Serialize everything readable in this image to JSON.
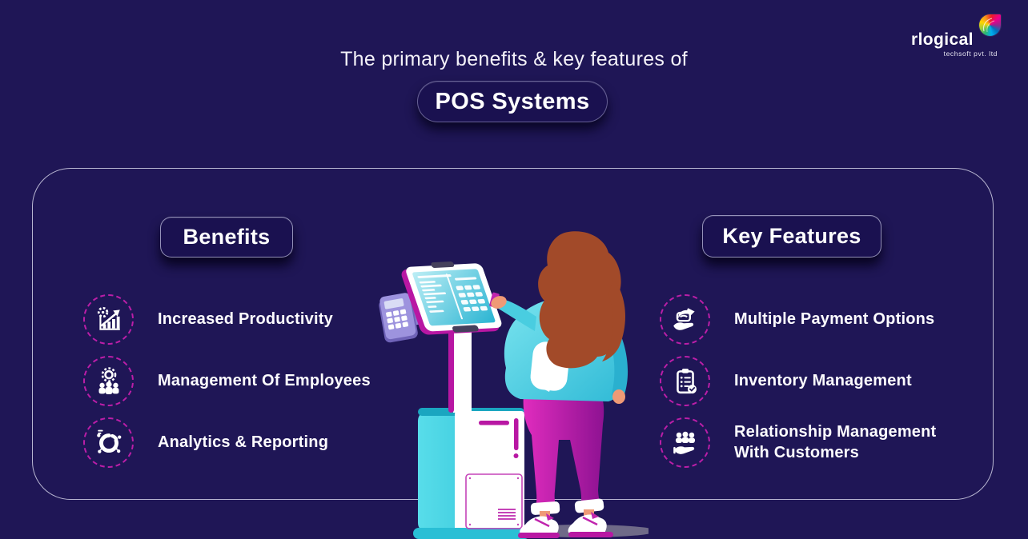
{
  "colors": {
    "background": "#1f1656",
    "accent_magenta": "#bb1ea8",
    "teal": "#35c8de",
    "panel_border": "#dfdef0",
    "text": "#ffffff"
  },
  "header": {
    "title": "The primary benefits & key features of",
    "pill_label": "POS Systems"
  },
  "logo": {
    "name": "rlogical",
    "tagline": "techsoft pvt. ltd"
  },
  "benefits": {
    "heading": "Benefits",
    "items": [
      {
        "icon": "productivity-chart-icon",
        "label": "Increased Productivity"
      },
      {
        "icon": "employee-management-icon",
        "label": "Management Of Employees"
      },
      {
        "icon": "analytics-pie-icon",
        "label": "Analytics & Reporting"
      }
    ]
  },
  "key_features": {
    "heading": "Key Features",
    "items": [
      {
        "icon": "payment-hand-icon",
        "label": "Multiple Payment Options"
      },
      {
        "icon": "inventory-clipboard-icon",
        "label": "Inventory Management"
      },
      {
        "icon": "customer-relationship-icon",
        "label": "Relationship Management With Customers"
      }
    ]
  },
  "illustration": {
    "description": "Woman using a self-service POS kiosk"
  }
}
